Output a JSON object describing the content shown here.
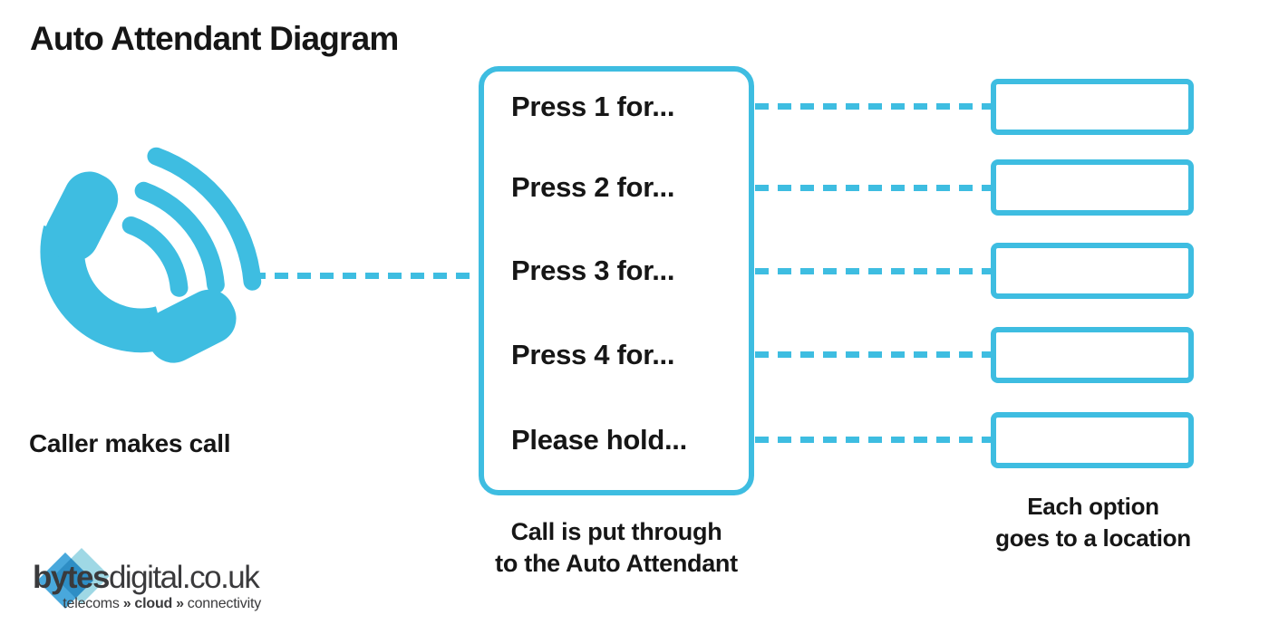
{
  "title": "Auto Attendant Diagram",
  "colors": {
    "accent": "#3EBDE1",
    "text": "#161616",
    "logo_text": "#3A3A3C",
    "logo_blue": "#3FA3DA",
    "logo_teal": "#7ECBDC"
  },
  "caller": {
    "label": "Caller makes call"
  },
  "attendant": {
    "options": [
      "Press 1 for...",
      "Press 2 for...",
      "Press 3 for...",
      "Press 4 for...",
      "Please hold..."
    ],
    "caption": [
      "Call is put through",
      "to the Auto Attendant"
    ]
  },
  "locations": {
    "caption": [
      "Each option",
      "goes to a location"
    ]
  },
  "logo": {
    "name_bold": "bytes",
    "name_rest": "digital.co.uk",
    "tagline": [
      "telecoms",
      "»",
      "cloud",
      "»",
      "connectivity"
    ]
  }
}
